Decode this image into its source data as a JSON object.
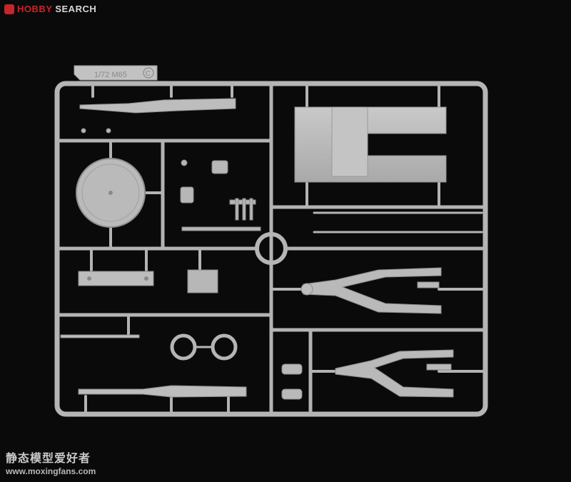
{
  "watermark_top": {
    "icon": "hobby-search-logo-icon",
    "brand_prefix": "HOBBY",
    "brand_suffix": "SEARCH"
  },
  "watermark_bottom": {
    "chinese_text": "静态模型爱好者",
    "url": "www.moxingfans.com"
  },
  "sprue": {
    "tag_label": "1/72 M65",
    "tag_letter": "C",
    "plastic_color": "#b8b8b8",
    "background_color": "#0a0a0a"
  }
}
